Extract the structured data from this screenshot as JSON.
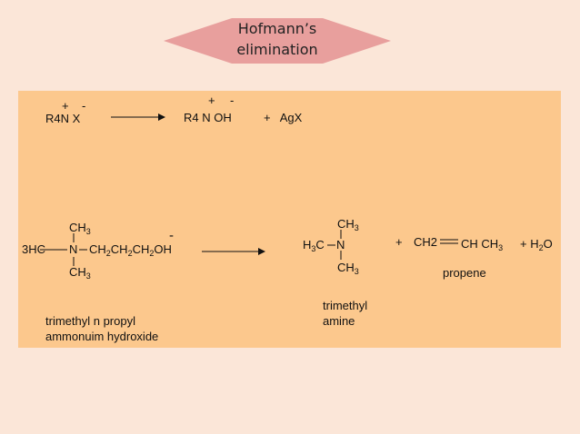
{
  "title": {
    "line1": "Hofmann’s",
    "line2": "elimination"
  },
  "colors": {
    "background": "#fbe6d8",
    "panel": "#fcc88d",
    "title_shape": "#e89f9d"
  },
  "reaction1": {
    "reactant_charge_plus": "+",
    "reactant_charge_minus": "-",
    "reactant": "R4N X",
    "product_charge_plus": "+",
    "product_charge_minus": "-",
    "product": "R4 N OH",
    "byproduct": "+   AgX"
  },
  "reaction2": {
    "reactant_ch3_top": "CH",
    "reactant_ch3_top_sub": "3",
    "reactant_left": "3HC",
    "reactant_n": "N",
    "reactant_chain": [
      "CH",
      "2",
      "CH",
      "2",
      "CH",
      "2",
      "OH"
    ],
    "reactant_charge": "-",
    "reactant_ch3_bottom": "CH",
    "reactant_ch3_bottom_sub": "3",
    "reactant_name_line1": "trimethyl n propyl",
    "reactant_name_line2": "ammonuim hydroxide",
    "product_ch3_top": "CH",
    "product_ch3_top_sub": "3",
    "product_left": "H",
    "product_left_sub": "3",
    "product_left_c": "C",
    "product_n": "N",
    "product_ch3_bottom": "CH",
    "product_ch3_bottom_sub": "3",
    "product_name_line1": "trimethyl",
    "product_name_line2": "amine",
    "plus1": "+",
    "alkene_left": "CH2",
    "alkene_right": "CH CH",
    "alkene_right_sub": "3",
    "water": "+ H",
    "water_sub": "2",
    "water_o": "O",
    "alkene_name": "propene"
  }
}
